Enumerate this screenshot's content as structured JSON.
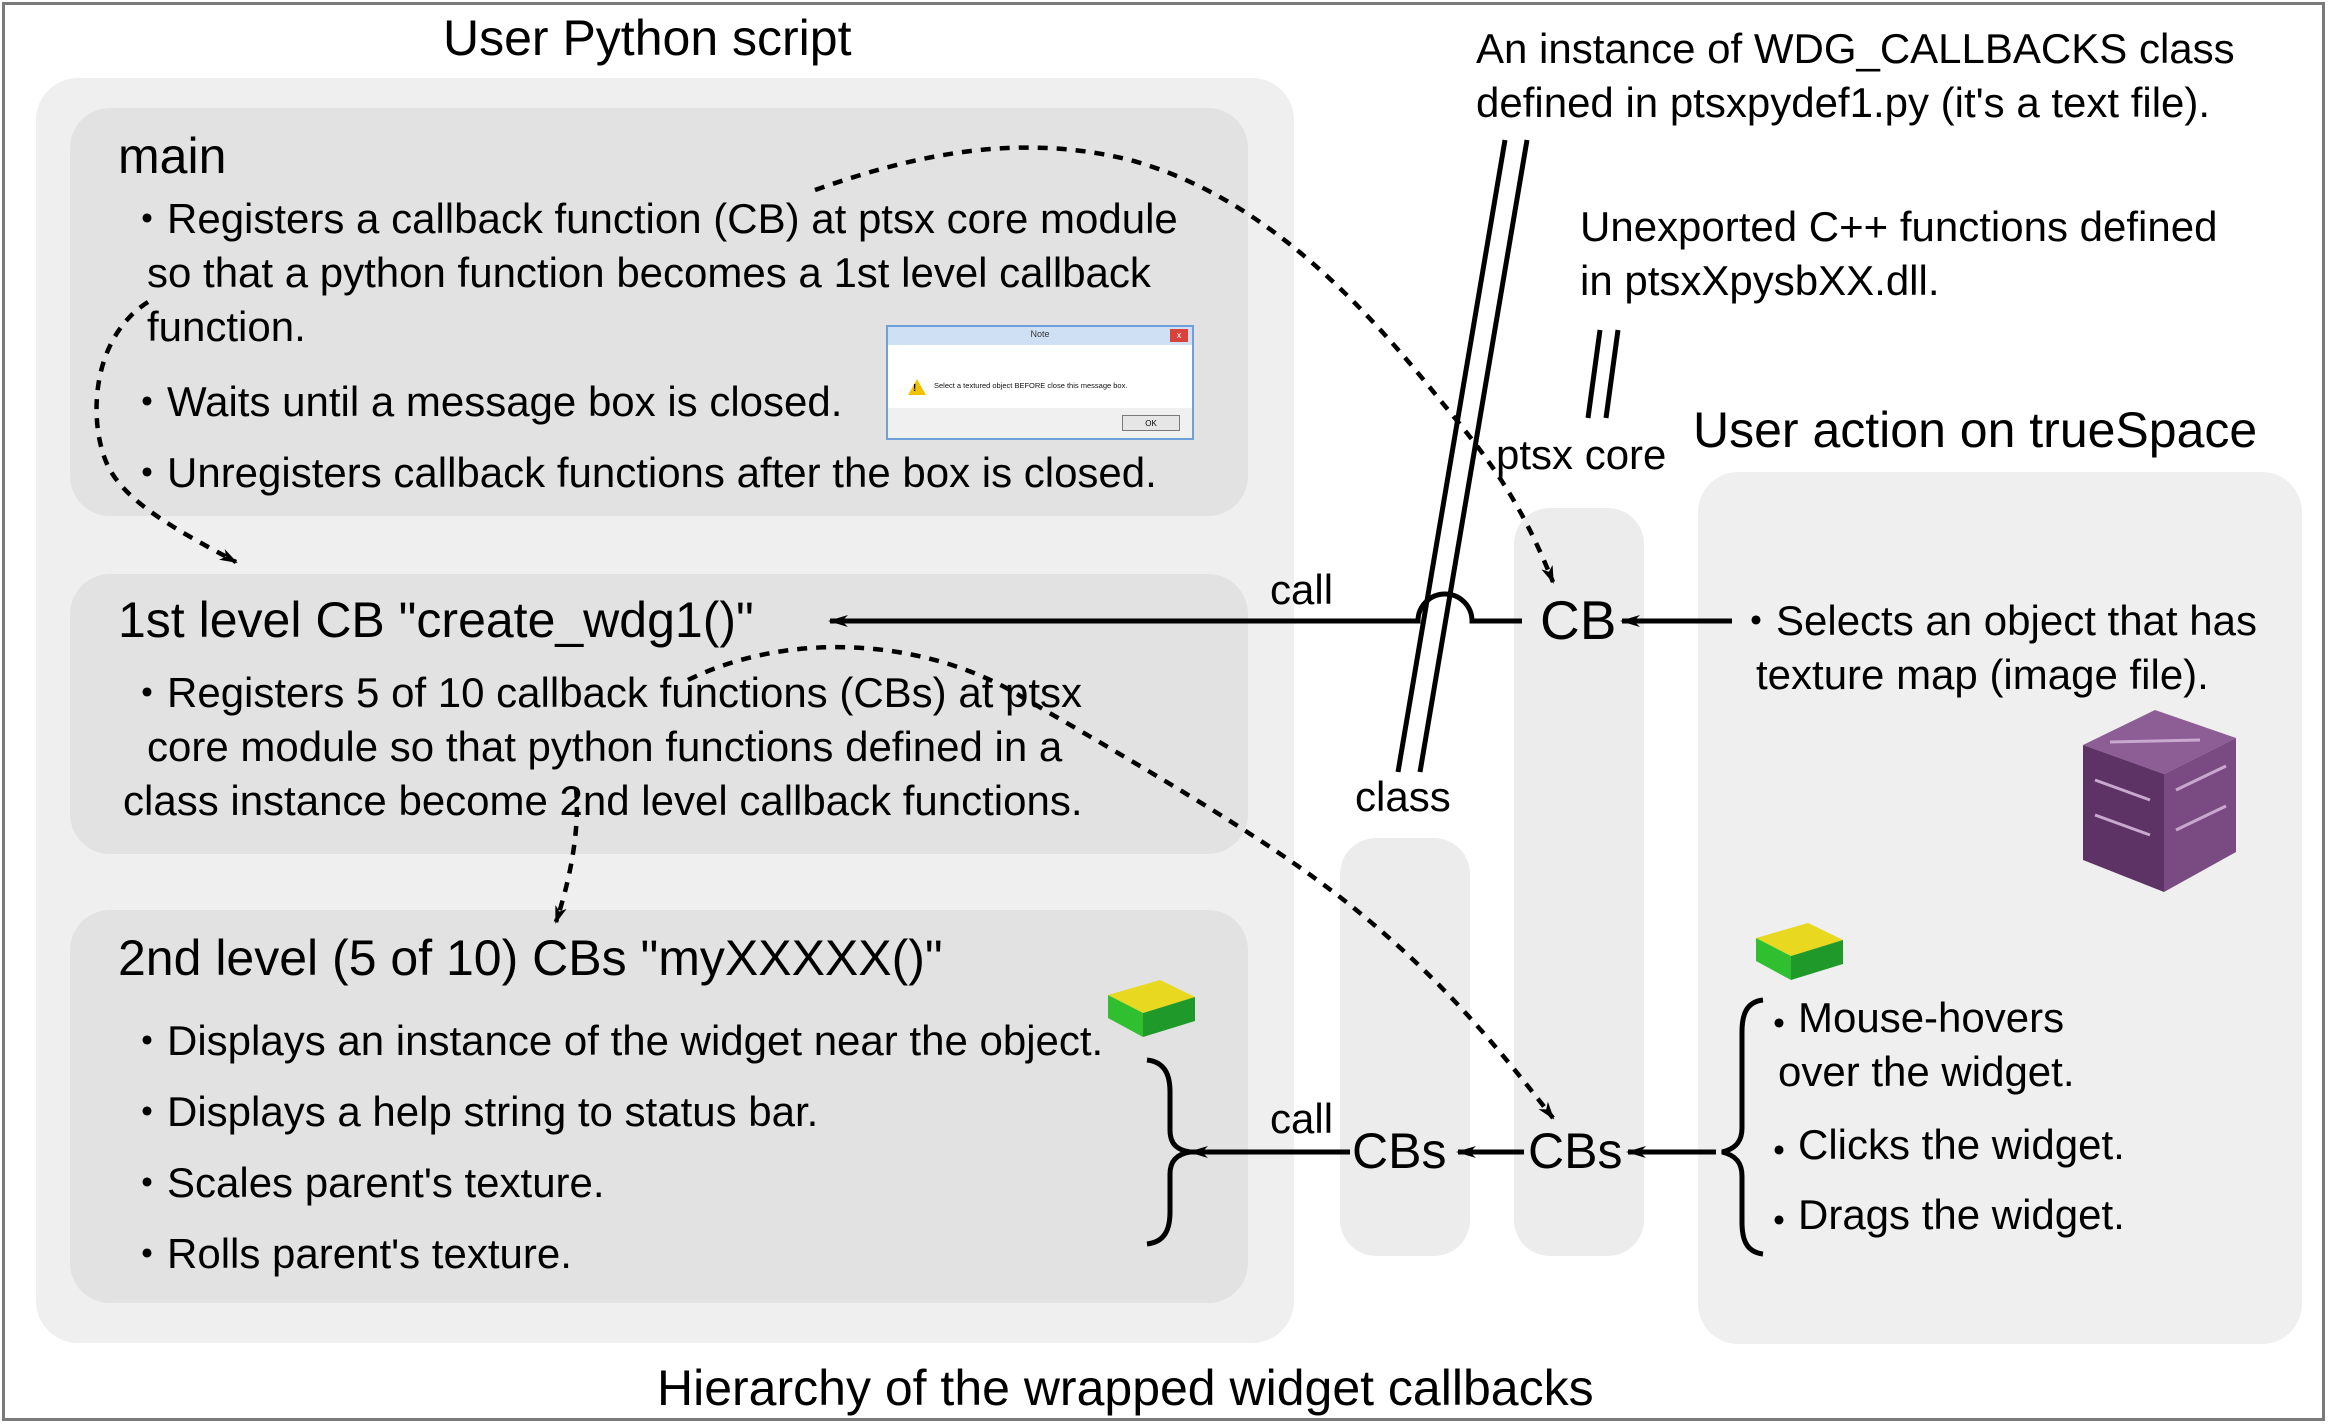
{
  "diagram": {
    "title": "Hierarchy of the wrapped widget callbacks",
    "user_script": {
      "heading": "User Python script",
      "main": {
        "title": "main",
        "bullets": [
          [
            "Registers a callback function (CB) at ptsx core module",
            "so that a python function becomes a 1st level callback",
            "function."
          ],
          [
            "Waits until a message box is closed."
          ],
          [
            "Unregisters callback functions after the box is closed."
          ]
        ]
      },
      "first_level": {
        "title": "1st level CB \"create_wdg1()\"",
        "bullet_lines": [
          "Registers 5 of 10 callback functions (CBs) at ptsx",
          "core module so that python functions defined in a",
          "class instance become 2nd level callback functions."
        ]
      },
      "second_level": {
        "title": "2nd level (5 of 10) CBs \"myXXXXX()\"",
        "bullets": [
          "Displays an instance of the widget near the object.",
          "Displays a help string to status bar.",
          "Scales parent's texture.",
          "Rolls parent's texture."
        ]
      }
    },
    "message_box": {
      "title": "Note",
      "close": "x",
      "icon": "warning-icon",
      "text": "Select a textured object BEFORE close this message box.",
      "ok": "OK"
    },
    "class_note": [
      "An instance of WDG_CALLBACKS class",
      "defined in ptsxpydef1.py (it's a text file)."
    ],
    "cpp_note": [
      "Unexported C++ functions defined",
      "in ptsxXpysbXX.dll."
    ],
    "ptsx_core_label": "ptsx core",
    "class_label": "class",
    "call_label_top": "call",
    "call_label_bottom": "call",
    "cb_node": "CB",
    "cbs_core_node": "CBs",
    "cbs_class_node": "CBs",
    "user_action": {
      "heading": "User action on trueSpace",
      "select_lines": [
        "Selects an object that has",
        "texture map (image file)."
      ],
      "widget_actions": [
        [
          "Mouse-hovers",
          "over the widget."
        ],
        [
          "Clicks the widget."
        ],
        [
          "Drags the widget."
        ]
      ]
    },
    "bullet_mark": "・",
    "colors": {
      "outer_panel": "#efefef",
      "inner_panel": "#e2e2e2",
      "frame": "#7a7a7a",
      "cube": "#6b3d73",
      "widget_top": "#e8d820",
      "widget_side": "#2fbf2f"
    }
  }
}
